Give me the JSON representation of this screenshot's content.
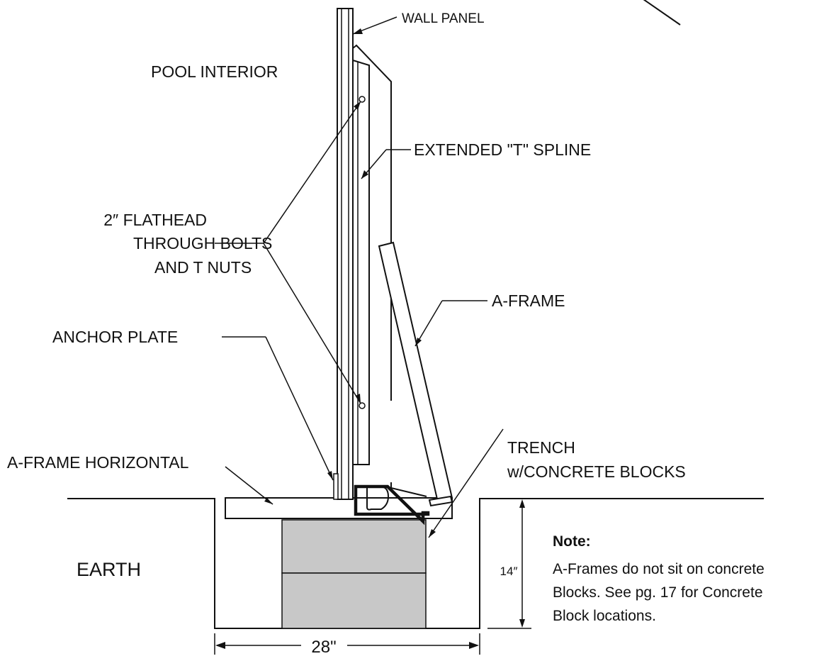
{
  "labels": {
    "wall_panel": "WALL PANEL",
    "pool_interior": "POOL INTERIOR",
    "extended_spline": "EXTENDED \"T\" SPLINE",
    "bolts_line1": "2″ FLATHEAD",
    "bolts_line2": "THROUGH BOLTS",
    "bolts_line3": "AND T  NUTS",
    "a_frame": "A-FRAME",
    "anchor_plate": "ANCHOR PLATE",
    "trench_line1": "TRENCH",
    "trench_line2": "w/CONCRETE BLOCKS",
    "a_frame_horizontal": "A-FRAME HORIZONTAL",
    "earth": "EARTH"
  },
  "dimensions": {
    "depth": "14″",
    "width": "28\""
  },
  "note": {
    "heading": "Note:",
    "line1": "A-Frames do not sit on concrete",
    "line2": "Blocks. See pg. 17 for Concrete",
    "line3": "Block locations."
  },
  "colors": {
    "line": "#111111",
    "block_fill": "#c8c8c8",
    "background": "#ffffff"
  }
}
